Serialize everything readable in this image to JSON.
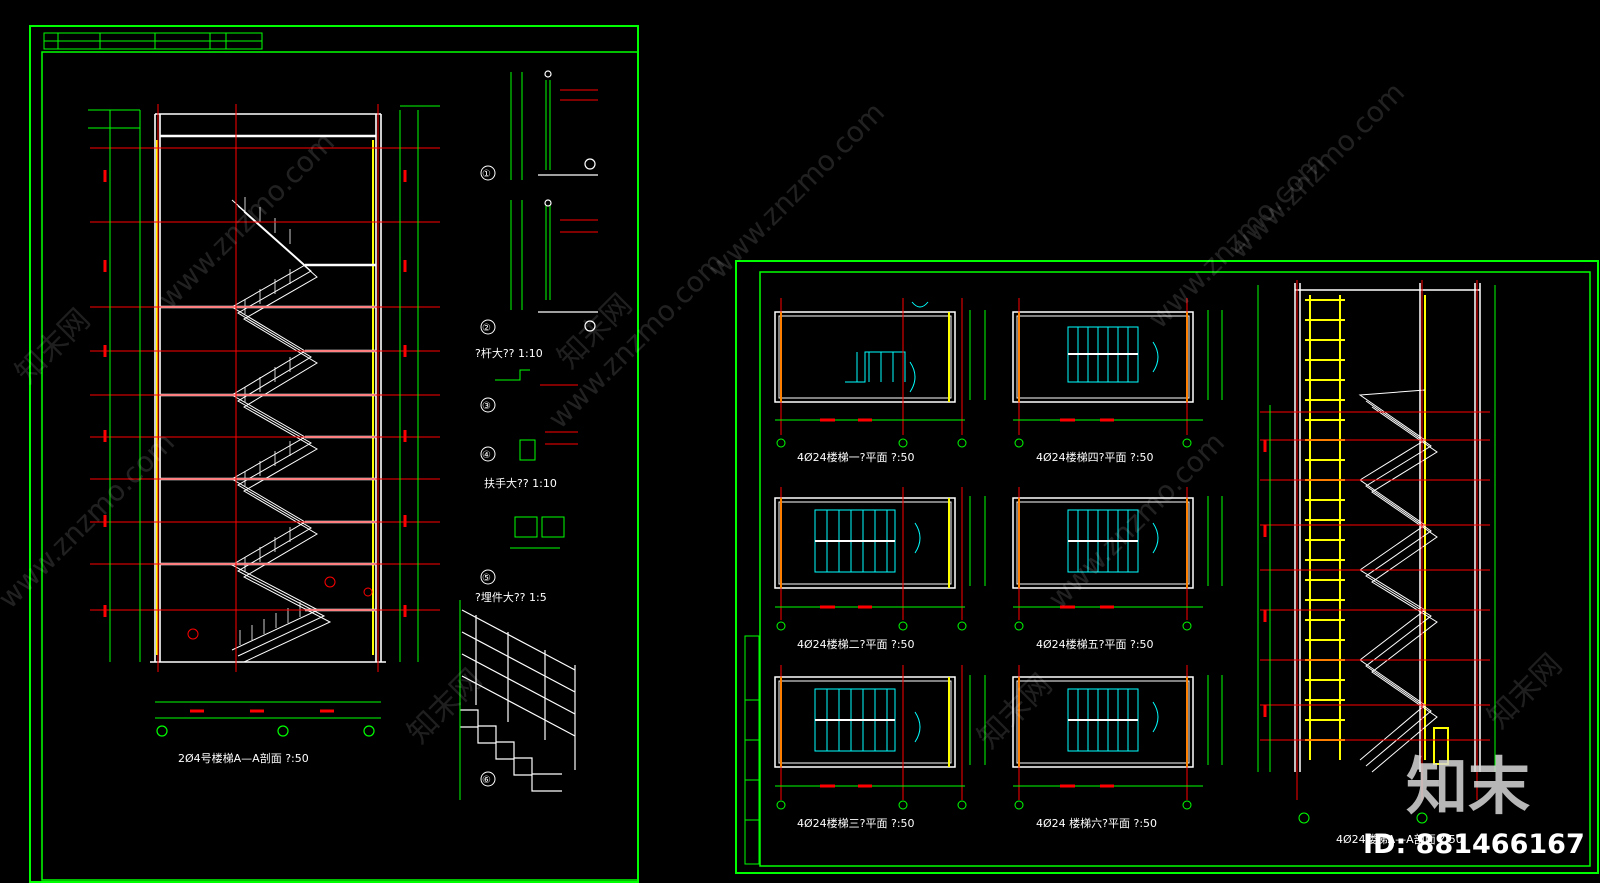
{
  "left_sheet": {
    "section_title": "2Ø4号楼梯A—A剖面 ?:50",
    "detail_labels": [
      "①",
      "②",
      "③",
      "④",
      "⑤",
      "⑥"
    ],
    "detail_caption_1": "?杆大??  1:10",
    "detail_caption_2": "扶手大??  1:10",
    "detail_caption_3": "?埋件大??  1:5"
  },
  "right_sheet": {
    "plan_titles": [
      "4Ø24楼梯一?平面 ?:50",
      "4Ø24楼梯四?平面 ?:50",
      "4Ø24楼梯二?平面 ?:50",
      "4Ø24楼梯五?平面 ?:50",
      "4Ø24楼梯三?平面 ?:50",
      "4Ø24 楼梯六?平面 ?:50"
    ],
    "section_title": "4Ø24楼梯A—A剖面 ?:50"
  },
  "watermark": {
    "url_text": "www.znzmo.com",
    "cn_text": "知末网",
    "brand_text": "知末",
    "id_text": "ID: 881466167"
  },
  "colors": {
    "background": "#000000",
    "frame": "#00ff00",
    "axis": "#ff0000",
    "wall": "#ffffff",
    "column": "#ffff00",
    "detail": "#00ffff"
  }
}
